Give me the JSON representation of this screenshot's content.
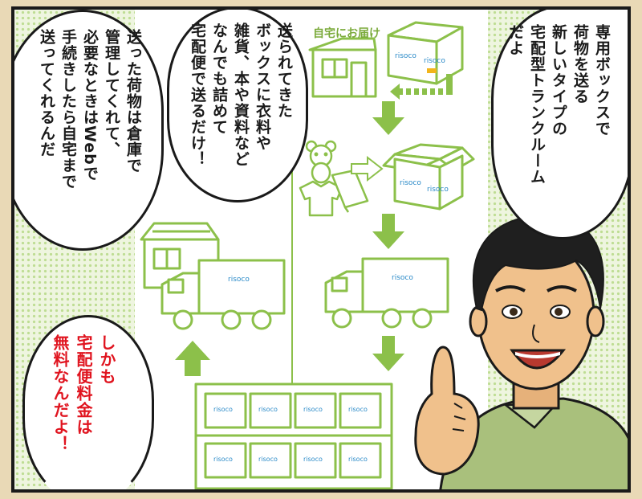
{
  "panel": {
    "label_home_delivery": "自宅にお届け",
    "box_brand": "risoco",
    "speech_right": "専用ボックスで\n荷物を送る\n新しいタイプの\n宅配型トランクルーム\nだよ",
    "speech_middle": "送られてきた\nボックスに衣料や\n雑貨、本や資料など\nなんでも詰めて\n宅配便で送るだけ！",
    "speech_left": "送った荷物は倉庫で\n管理してくれて、\n必要なときはWebで\n手続きしたら自宅まで\n送ってくれるんだ",
    "speech_bottom": "しかも\n宅配便料金は\n無料なんだよ！"
  },
  "colors": {
    "green": "#8cc04a",
    "green_dark": "#7aaa3a",
    "red_text": "#e0141f",
    "screentone": "#bedd93"
  }
}
